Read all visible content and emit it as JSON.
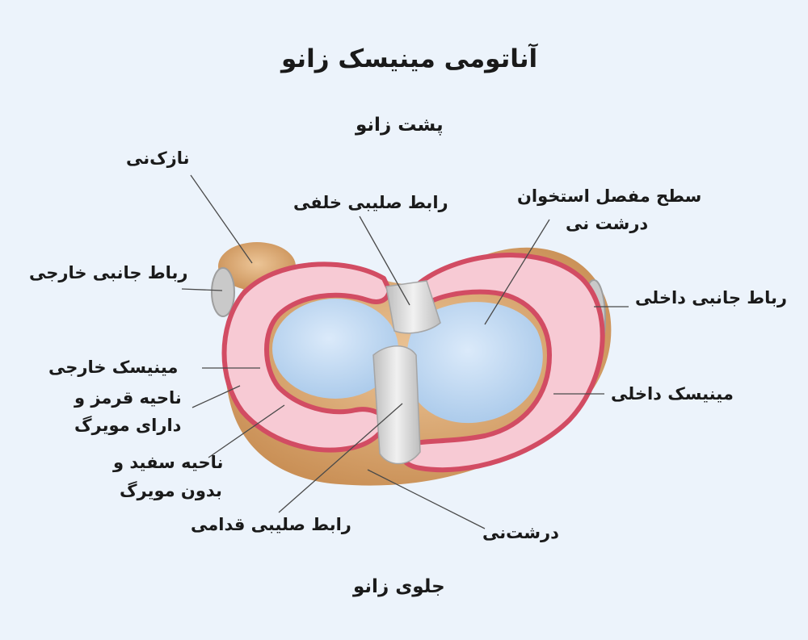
{
  "title": "آناتومی مینیسک زانو",
  "orientation": {
    "top": "پشت زانو",
    "bottom": "جلوی زانو"
  },
  "labels": {
    "fibula": "نازک‌نی",
    "posterior_cruciate": "رابط صلیبی خلفی",
    "tibial_surface_line1": "سطح مفصل استخوان",
    "tibial_surface_line2": "درشت نی",
    "lateral_collateral": "رباط جانبی خارجی",
    "medial_collateral": "رباط جانبی داخلی",
    "lateral_meniscus": "مینیسک خارجی",
    "medial_meniscus": "مینیسک داخلی",
    "red_zone_line1": "ناحیه قرمز و",
    "red_zone_line2": "دارای مویرگ",
    "white_zone_line1": "ناحیه سفید و",
    "white_zone_line2": "بدون مویرگ",
    "anterior_cruciate": "رابط صلیبی قدامی",
    "tibia": "درشت‌نی"
  },
  "colors": {
    "background": "#ecf3fb",
    "bone": "#d9a46a",
    "meniscus": "#f5c6d0",
    "meniscus_rim": "#d85a6e",
    "cartilage": "#bcd8f2",
    "ligament": "#d7d7d7",
    "leader_line": "#4a4a4a"
  }
}
